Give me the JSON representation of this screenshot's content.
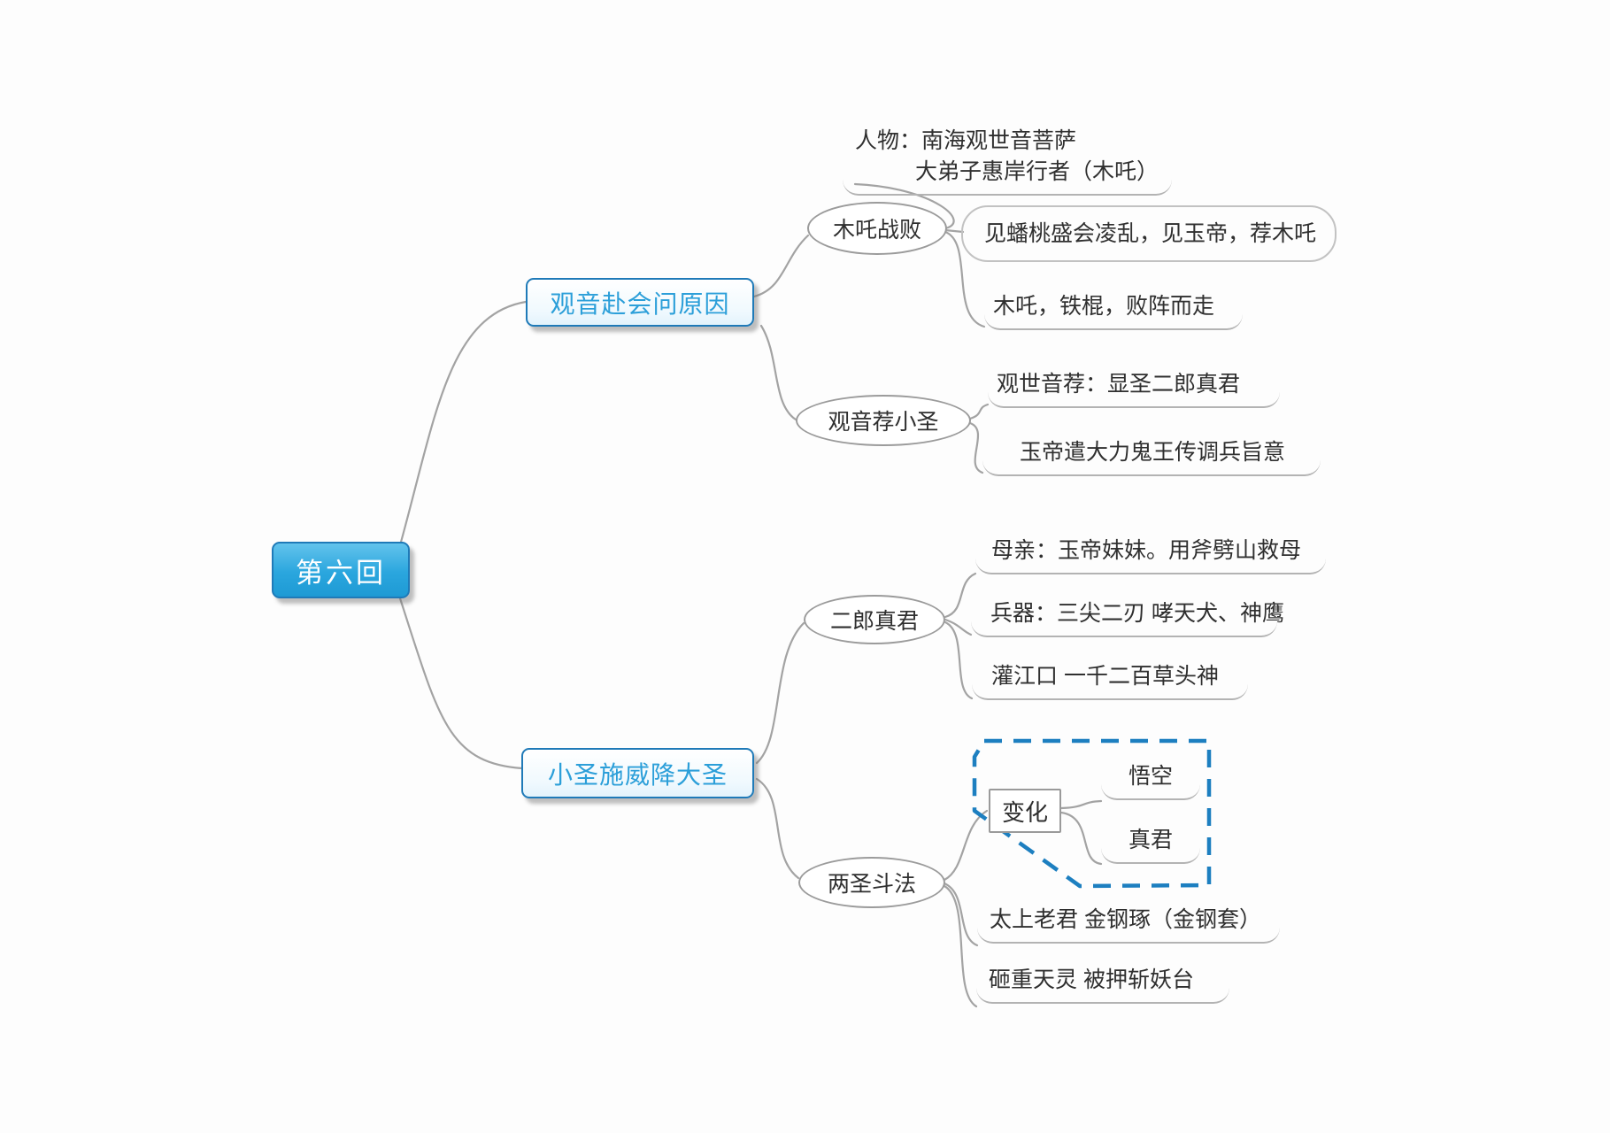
{
  "root_label": "第六回",
  "branch1": {
    "label": "观音赴会问原因",
    "muzha_defeat": {
      "label": "木吒战败",
      "leaf1_line1": "人物：南海观世音菩萨",
      "leaf1_line2": "大弟子惠岸行者（木吒）",
      "leaf2": "见蟠桃盛会凌乱，见玉帝，荐木吒",
      "leaf3": "木吒，铁棍，败阵而走"
    },
    "guanyin_recommend": {
      "label": "观音荐小圣",
      "leaf1": "观世音荐：显圣二郎真君",
      "leaf2": "玉帝遣大力鬼王传调兵旨意"
    }
  },
  "branch2": {
    "label": "小圣施威降大圣",
    "erlang": {
      "label": "二郎真君",
      "leaf1": "母亲：玉帝妹妹。用斧劈山救母",
      "leaf2": "兵器：三尖二刃 哮天犬、神鹰",
      "leaf3": "灌江口 一千二百草头神"
    },
    "duel": {
      "label": "两圣斗法",
      "bianhua": {
        "label": "变化",
        "option1": "悟空",
        "option2": "真君"
      },
      "leaf2": "太上老君 金钢琢（金钢套）",
      "leaf3": "砸重天灵 被押斩妖台"
    }
  },
  "colors": {
    "main_box_fill": "#2aa6de",
    "main_box_border": "#1f7ab8",
    "branch_text_blue": "#2c9fd9",
    "boundary_blue": "#1d7fc0",
    "connector_gray": "#a3a3a3",
    "node_border_gray": "#9b9b9b",
    "text_dark": "#2f2f2f"
  }
}
